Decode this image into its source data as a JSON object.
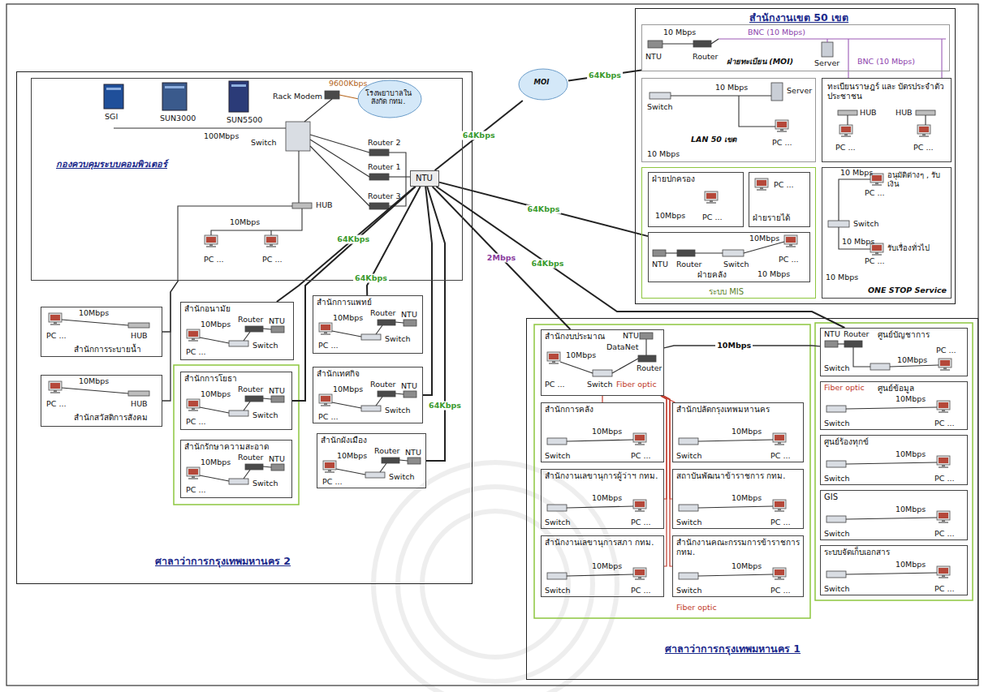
{
  "diagram": {
    "nodes": [
      {
        "text": [
          "ศาลาว่าการกรุงเทพมหานคร 2"
        ]
      },
      {
        "text": [
          "กองควบคุมระบบคอมพิวเตอร์",
          "SGI",
          "SUN3000",
          "SUN5500",
          "Rack Modem",
          "9600Kbps",
          "Switch",
          "100Mbps",
          "HUB",
          "10Mbps",
          "PC ...",
          "PC ...",
          "Router 2",
          "Router 1",
          "Router 3"
        ],
        "in": 0
      },
      {
        "text": [
          "NTU"
        ],
        "in": 1
      },
      {
        "text": [
          "โรงพยาบาลในสังกัด กทม."
        ],
        "in": 1
      },
      {
        "text": [
          "สำนักการระบายน้ำ",
          "PC ...",
          "10Mbps",
          "HUB"
        ],
        "in": 0
      },
      {
        "text": [
          "สำนักสวัสดิการสังคม",
          "PC ...",
          "10Mbps",
          "HUB"
        ],
        "in": 0
      },
      {
        "text": [
          "สำนักอนามัย",
          "Router",
          "NTU",
          "10Mbps",
          "Switch",
          "PC ..."
        ],
        "in": 0
      },
      {
        "text": [
          "สำนักการแพทย์",
          "Router",
          "NTU",
          "10Mbps",
          "Switch",
          "PC ..."
        ],
        "in": 0
      },
      {
        "text": [
          "สำนักการโยธา",
          "Router",
          "NTU",
          "10Mbps",
          "Switch",
          "PC ..."
        ],
        "in": 0
      },
      {
        "text": [
          "สำนักรักษาความสะอาด",
          "Router",
          "NTU",
          "10Mbps",
          "Switch",
          "PC ..."
        ],
        "in": 0
      },
      {
        "text": [
          "สำนักเทศกิจ",
          "Router",
          "NTU",
          "10Mbps",
          "Switch",
          "PC ..."
        ],
        "in": 0
      },
      {
        "text": [
          "สำนักผังเมือง",
          "Router",
          "NTU",
          "10Mbps",
          "Switch",
          "PC ..."
        ],
        "in": 0
      },
      {
        "text": [
          "MOI"
        ]
      },
      {
        "text": [
          "สำนักงานเขต 50 เขต"
        ]
      },
      {
        "text": [
          "ฝ่ายทะเบียน (MOI)",
          "10 Mbps",
          "NTU",
          "Router",
          "BNC (10 Mbps)",
          "Server",
          "BNC (10 Mbps)"
        ],
        "in": 13
      },
      {
        "text": [
          "LAN 50 เขต",
          "Switch",
          "10 Mbps",
          "Server",
          "PC ...",
          "10 Mbps"
        ],
        "in": 13
      },
      {
        "text": [
          "ระบบ MIS"
        ],
        "in": 13
      },
      {
        "text": [
          "ฝ่ายปกครอง",
          "10Mbps",
          "PC ..."
        ],
        "in": 16
      },
      {
        "text": [
          "ฝ่ายรายได้",
          "PC ..."
        ],
        "in": 16
      },
      {
        "text": [
          "ฝ่ายคลัง",
          "NTU",
          "Router",
          "Switch",
          "10Mbps",
          "PC ...",
          "10 Mbps"
        ],
        "in": 16
      },
      {
        "text": [
          "ทะเบียนราษฎร์ และ บัตรประจำตัวประชาชน",
          "HUB",
          "HUB",
          "PC ...",
          "PC ..."
        ],
        "in": 13
      },
      {
        "text": [
          "ONE STOP Service",
          "10 Mbps",
          "PC ...",
          "อนุมัติต่างๆ , รับเงิน",
          "Switch",
          "10 Mbps",
          "PC ...",
          "รับเรื่องทั่วไป",
          "10 Mbps"
        ],
        "in": 13
      },
      {
        "text": [
          "ศาลาว่าการกรุงเทพมหานคร 1"
        ]
      },
      {
        "text": [
          "สำนักงบประมาณ",
          "NTU",
          "DataNet",
          "Router",
          "10Mbps",
          "Switch",
          "PC ...",
          "Fiber optic"
        ],
        "in": 22
      },
      {
        "text": [
          "สำนักการคลัง",
          "10Mbps",
          "Switch",
          "PC ..."
        ],
        "in": 22
      },
      {
        "text": [
          "สำนักปลัดกรุงเทพมหานคร",
          "10Mbps",
          "Switch",
          "PC ..."
        ],
        "in": 22
      },
      {
        "text": [
          "สำนักงานเลขานุการผู้ว่าฯ กทม.",
          "10Mbps",
          "Switch",
          "PC ..."
        ],
        "in": 22
      },
      {
        "text": [
          "สถาบันพัฒนาข้าราชการ กทม.",
          "10Mbps",
          "Switch",
          "PC ..."
        ],
        "in": 22
      },
      {
        "text": [
          "สำนักงานเลขานุการสภา กทม.",
          "10Mbps",
          "Switch",
          "PC ..."
        ],
        "in": 22
      },
      {
        "text": [
          "สำนักงานคณะกรรมการข้าราชการ กทม.",
          "10Mbps",
          "Switch",
          "PC ..."
        ],
        "in": 22
      },
      {
        "text": [
          "ศูนย์บัญชาการ",
          "NTU",
          "Router",
          "10Mbps",
          "Switch",
          "PC ..."
        ],
        "in": 22
      },
      {
        "text": [
          "ศูนย์ข้อมูล",
          "Fiber optic",
          "10Mbps",
          "Switch",
          "PC ..."
        ],
        "in": 22
      },
      {
        "text": [
          "ศูนย์ร้องทุกข์",
          "10Mbps",
          "Switch",
          "PC ..."
        ],
        "in": 22
      },
      {
        "text": [
          "GIS",
          "10Mbps",
          "Switch",
          "PC ..."
        ],
        "in": 22
      },
      {
        "text": [
          "ระบบจัดเก็บเอกสาร",
          "10Mbps",
          "Switch",
          "PC ..."
        ],
        "in": 22
      }
    ],
    "edges": [
      {
        "from": 2,
        "to": 12,
        "arrow": "none",
        "label": "64Kbps"
      },
      {
        "from": 12,
        "to": 14,
        "arrow": "none",
        "label": "64Kbps"
      },
      {
        "from": 2,
        "to": 19,
        "arrow": "none",
        "label": "64Kbps"
      },
      {
        "from": 2,
        "to": 30,
        "arrow": "none",
        "label": "64Kbps"
      },
      {
        "from": 2,
        "to": 23,
        "arrow": "none",
        "label": "2Mbps"
      },
      {
        "from": 2,
        "to": 6,
        "arrow": "none",
        "label": "64Kbps"
      },
      {
        "from": 2,
        "to": 7,
        "arrow": "none",
        "label": "64Kbps"
      },
      {
        "from": 2,
        "to": 8,
        "arrow": "none"
      },
      {
        "from": 2,
        "to": 10,
        "arrow": "none"
      },
      {
        "from": 2,
        "to": 11,
        "arrow": "none",
        "label": "64Kbps"
      },
      {
        "from": 1,
        "to": 4,
        "arrow": "none"
      },
      {
        "from": 1,
        "to": 5,
        "arrow": "none"
      },
      {
        "from": 23,
        "to": 30,
        "arrow": "none",
        "label": "10Mbps"
      },
      {
        "from": 23,
        "to": 24,
        "arrow": "none"
      },
      {
        "from": 23,
        "to": 25,
        "arrow": "none"
      },
      {
        "from": 23,
        "to": 26,
        "arrow": "none"
      },
      {
        "from": 23,
        "to": 27,
        "arrow": "none"
      },
      {
        "from": 23,
        "to": 28,
        "arrow": "none"
      },
      {
        "from": 23,
        "to": 29,
        "arrow": "none"
      }
    ],
    "labels": [
      "Fiber optic"
    ]
  }
}
